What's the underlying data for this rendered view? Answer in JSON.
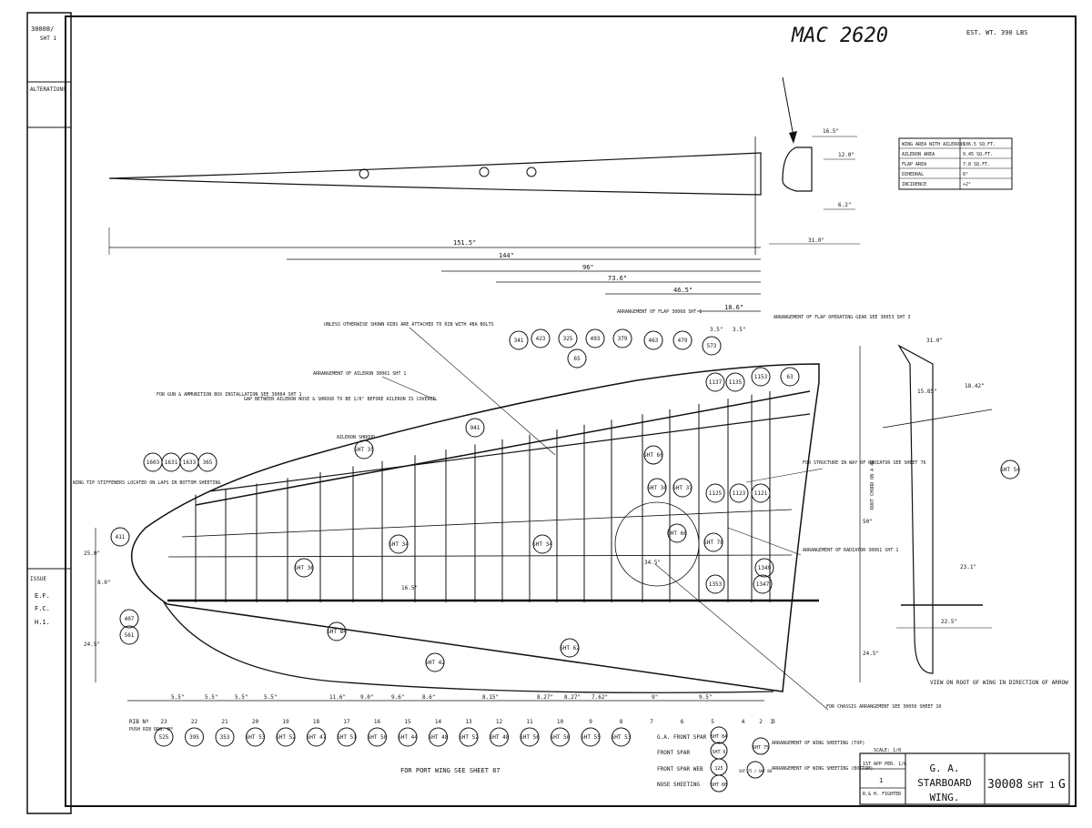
{
  "header": {
    "drawing_code": "MAC 2620",
    "top_right_note": "EST. WT. 390 LBS",
    "sheet_box": [
      "30008/",
      "SHT 1"
    ]
  },
  "left_strip": {
    "alterations_label": "ALTERATIONS",
    "issue_label": "ISSUE",
    "issue_marks": [
      "E.F.",
      "F.C.",
      "H.1."
    ]
  },
  "areas_table": {
    "rows": [
      {
        "label": "WING AREA WITH AILERONS",
        "value": "106.5 SQ.FT."
      },
      {
        "label": "AILERON AREA",
        "value": "9.45 SQ.FT."
      },
      {
        "label": "FLAP AREA",
        "value": "7.8 SQ.FT."
      },
      {
        "label": "DIHEDRAL",
        "value": "6°"
      },
      {
        "label": "INCIDENCE",
        "value": "+2°"
      }
    ]
  },
  "dimensions": [
    "151.5\"",
    "144\"",
    "96\"",
    "73.6\"",
    "46.5\"",
    "18.6\"",
    "3.5\"",
    "3.5\"",
    "16.5\"",
    "12.0\"",
    "6.2\"",
    "31.0\"",
    "31.0\"",
    "15.85\"",
    "18.42\"",
    "23.1\"",
    "22.5\"",
    "25.0\"",
    "8.0\"",
    "24.5\"",
    "16.5\"",
    "34.5\"",
    "50\"",
    "24.5\"",
    "5.5\"",
    "5.5\"",
    "5.5\"",
    "5.5\"",
    "11.6\"",
    "9.0\"",
    "9.6\"",
    "8.6\"",
    "8.15\"",
    "8.27\"",
    "8.27\"",
    "7.62\"",
    "9\"",
    "9.5\""
  ],
  "notes": [
    "ARRANGEMENT OF FLAP 30068 SHT 1",
    "ARRANGEMENT OF FLAP OPERATING GEAR SEE 30053 SHT 3",
    "UNLESS OTHERWISE SHOWN RIBS ARE ATTACHED TO RIB WITH 4BA BOLTS",
    "ARRANGEMENT OF AILERON 30061 SHT 1",
    "FOR GUN & AMMUNITION BOX INSTALLATION SEE 30064 SHT 1",
    "GAP BETWEEN AILERON NOSE & SHROUD TO BE 1/8\" BEFORE AILERON IS COVERED",
    "AILERON SHROUD",
    "WING TIP STIFFENERS LOCATED ON LAPS IN BOTTOM SHEETING",
    "FOR STRUCTURE IN WAY OF RADIATOR SEE SHEET 76",
    "ARRANGEMENT OF RADIATOR 30061 SHT 1",
    "FOR CHASSIS ARRANGEMENT SEE 30050 SHEET 10",
    "VIEW ON ROOT OF WING IN DIRECTION OF ARROW",
    "FOR PORT WING SEE SHEET 87",
    "ROOT CHORD ON A 48"
  ],
  "top_balloons": [
    "341",
    "423",
    "325",
    "493",
    "379",
    "463",
    "479",
    "573",
    "65",
    "1153",
    "63",
    "1137",
    "1135"
  ],
  "mid_balloons": [
    "1603",
    "1631",
    "1633",
    "365",
    "SHT 35",
    "SHT 38",
    "SHT 37",
    "SHT 60",
    "941",
    "411",
    "407",
    "561",
    "SHT 36",
    "SHT 34",
    "SHT 34",
    "SHT 66",
    "SHT 78",
    "1125",
    "1123",
    "1121",
    "1349",
    "1353",
    "1347",
    "SHT 84",
    "SHT 42",
    "SHT 62",
    "SHT 54"
  ],
  "rib_row": {
    "label": "RIB Nº",
    "numbers": [
      "23",
      "22",
      "21",
      "20",
      "19",
      "18",
      "17",
      "16",
      "15",
      "14",
      "13",
      "12",
      "11",
      "10",
      "9",
      "8",
      "7",
      "6",
      "5",
      "4",
      "3",
      "2",
      "1"
    ],
    "first_left_label": "PUSH RIB DRG. Nº",
    "balloons": [
      "525",
      "395",
      "353",
      "SHT 53",
      "SHT 52",
      "SHT 47",
      "SHT 51",
      "SHT 50",
      "SHT 44",
      "SHT 48",
      "SHT 52",
      "SHT 48",
      "SHT 56",
      "SHT 56",
      "SHT 55",
      "SHT 53"
    ]
  },
  "spar_legend": [
    {
      "label": "G.A. FRONT SPAR",
      "ref": "SHT 84"
    },
    {
      "label": "FRONT SPAR",
      "ref": "SHT 6"
    },
    {
      "label": "FRONT SPAR WEB",
      "ref": "125"
    },
    {
      "label": "NOSE SHEETING",
      "ref": "SHT 80"
    }
  ],
  "sheeting_legend": [
    {
      "ref": "SHT 75",
      "label": "ARRANGEMENT OF WING SHEETING (TOP)"
    },
    {
      "ref": "SHT 75 / SHT 80",
      "label": "ARRANGEMENT OF WING SHEETING (BOTTOM)"
    }
  ],
  "title_block": {
    "scale_label": "SCALE: 1/8",
    "ref_line": "1ST APP PER. 1/6",
    "designer": "R.& H. FIGHTER",
    "title_lines": [
      "G. A.",
      "STARBOARD",
      "WING."
    ],
    "drawing_number": "30008",
    "sheet": "SHT 1",
    "revision": "G",
    "sheet_count": "1"
  }
}
